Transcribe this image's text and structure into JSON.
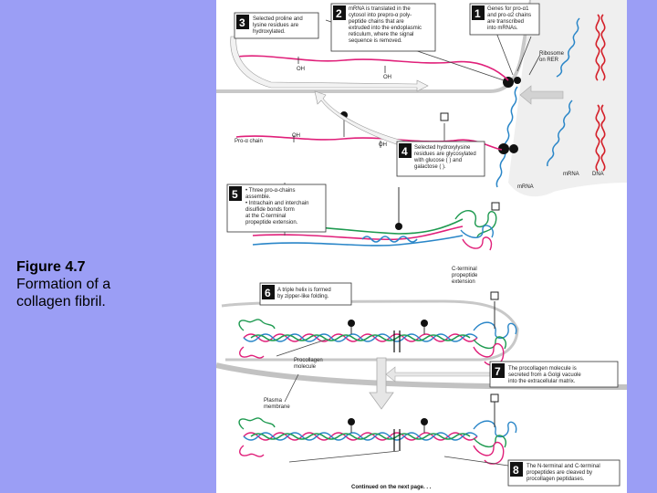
{
  "caption": {
    "label": "Figure 4.7",
    "text_line1": "Formation of a",
    "text_line2": "collagen fibril."
  },
  "colors": {
    "background": "#9b9ef5",
    "chain_pink": "#e0207a",
    "chain_blue": "#2a86c8",
    "chain_green": "#1e9a50",
    "dna_red": "#d4202a",
    "cell_gray": "#d0d0d0",
    "arrow_gray": "#b5b5b5"
  },
  "steps": [
    {
      "number": "1",
      "lines": [
        "Genes for pro-α1",
        "and pro-α2 chains",
        "are transcribed",
        "into mRNAs."
      ]
    },
    {
      "number": "2",
      "lines": [
        "mRNA is translated in the",
        "cytosol into prepro-α poly-",
        "peptide chains that are",
        "extruded into the endoplasmic",
        "reticulum, where the signal",
        "sequence is removed."
      ]
    },
    {
      "number": "3",
      "lines": [
        "Selected proline and",
        "lysine residues are",
        "hydroxylated."
      ]
    },
    {
      "number": "4",
      "lines": [
        "Selected hydroxylysine",
        "residues are glycosylated",
        "with glucose (  ) and",
        "galactose (  )."
      ]
    },
    {
      "number": "5",
      "lines": [
        "• Three pro-α-chains",
        "  assemble.",
        "• Intrachain and interchain",
        "  disulfide bonds form",
        "  at the C-terminal",
        "  propeptide extension."
      ]
    },
    {
      "number": "6",
      "lines": [
        "A triple helix is formed",
        "by zipper-like folding."
      ]
    },
    {
      "number": "7",
      "lines": [
        "The procollagen molecule is",
        "secreted from a Golgi vacuole",
        "into the extracellular matrix."
      ]
    },
    {
      "number": "8",
      "lines": [
        "The N-terminal and C-terminal",
        "propeptides are cleaved by",
        "procollagen peptidases."
      ]
    }
  ],
  "labels": {
    "ribosome": [
      "Ribosome",
      "on RER"
    ],
    "oh": "OH",
    "pro_chain": "Pro-α chain",
    "mrna": "mRNA",
    "dna": "DNA",
    "c_terminal": [
      "C-terminal",
      "propeptide",
      "extension"
    ],
    "procollagen": [
      "Procollagen",
      "molecule"
    ],
    "plasma": [
      "Plasma",
      "membrane"
    ],
    "continued": "Continued on the next page. . ."
  }
}
